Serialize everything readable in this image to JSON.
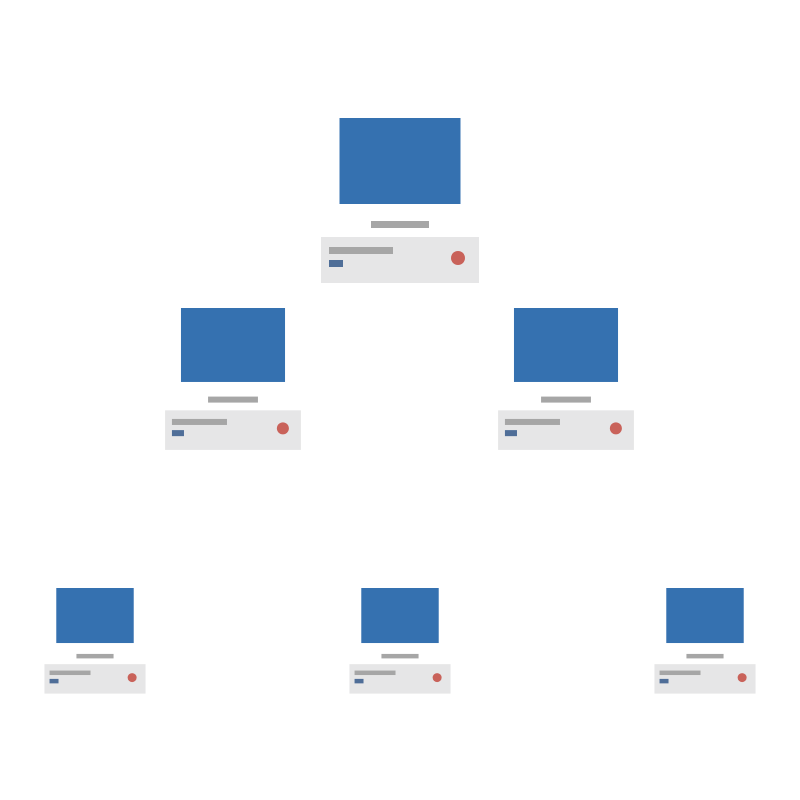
{
  "diagram": {
    "type": "network-tree",
    "colors": {
      "background": "#ffffff",
      "screen": "#3571b0",
      "stand": "#a6a6a6",
      "case": "#e6e6e7",
      "drive_slot": "#a6a6a6",
      "drive_light": "#4f6e98",
      "power_button": "#c9625a"
    },
    "tiers": [
      {
        "tier": "top",
        "computers": [
          "computer-1"
        ]
      },
      {
        "tier": "middle",
        "computers": [
          "computer-2",
          "computer-3"
        ]
      },
      {
        "tier": "bottom",
        "computers": [
          "computer-4",
          "computer-5",
          "computer-6"
        ]
      }
    ],
    "computers": [
      {
        "id": "computer-1",
        "icon": "desktop-computer-icon"
      },
      {
        "id": "computer-2",
        "icon": "desktop-computer-icon"
      },
      {
        "id": "computer-3",
        "icon": "desktop-computer-icon"
      },
      {
        "id": "computer-4",
        "icon": "desktop-computer-icon"
      },
      {
        "id": "computer-5",
        "icon": "desktop-computer-icon"
      },
      {
        "id": "computer-6",
        "icon": "desktop-computer-icon"
      }
    ]
  }
}
